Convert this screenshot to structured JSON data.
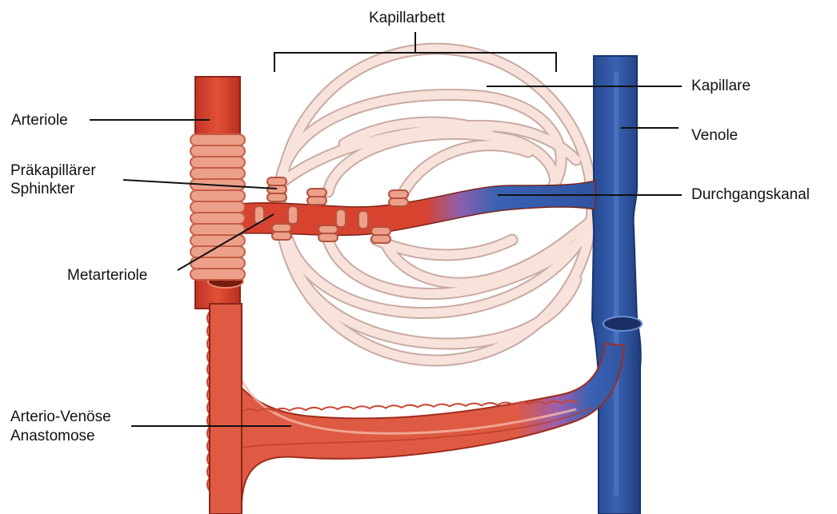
{
  "labels": {
    "capillary_bed": "Kapillarbett",
    "arteriole": "Arteriole",
    "precap_line1": "Präkapillärer",
    "precap_line2": "Sphinkter",
    "metarteriole": "Metarteriole",
    "av_line1": "Arterio-Venöse",
    "av_line2": "Anastomose",
    "capillary": "Kapillare",
    "venule": "Venole",
    "thoroughfare": "Durchgangskanal"
  },
  "colors": {
    "artery": "#d8432f",
    "artery_dark": "#b0301f",
    "artery_light": "#e98770",
    "sphincter": "#eca08a",
    "vein": "#2f54a0",
    "vein_dark": "#1f3d7c",
    "transition": "#8d5fae",
    "capillary_fill": "#f7e3dc",
    "capillary_stroke": "#c9aaa2"
  }
}
